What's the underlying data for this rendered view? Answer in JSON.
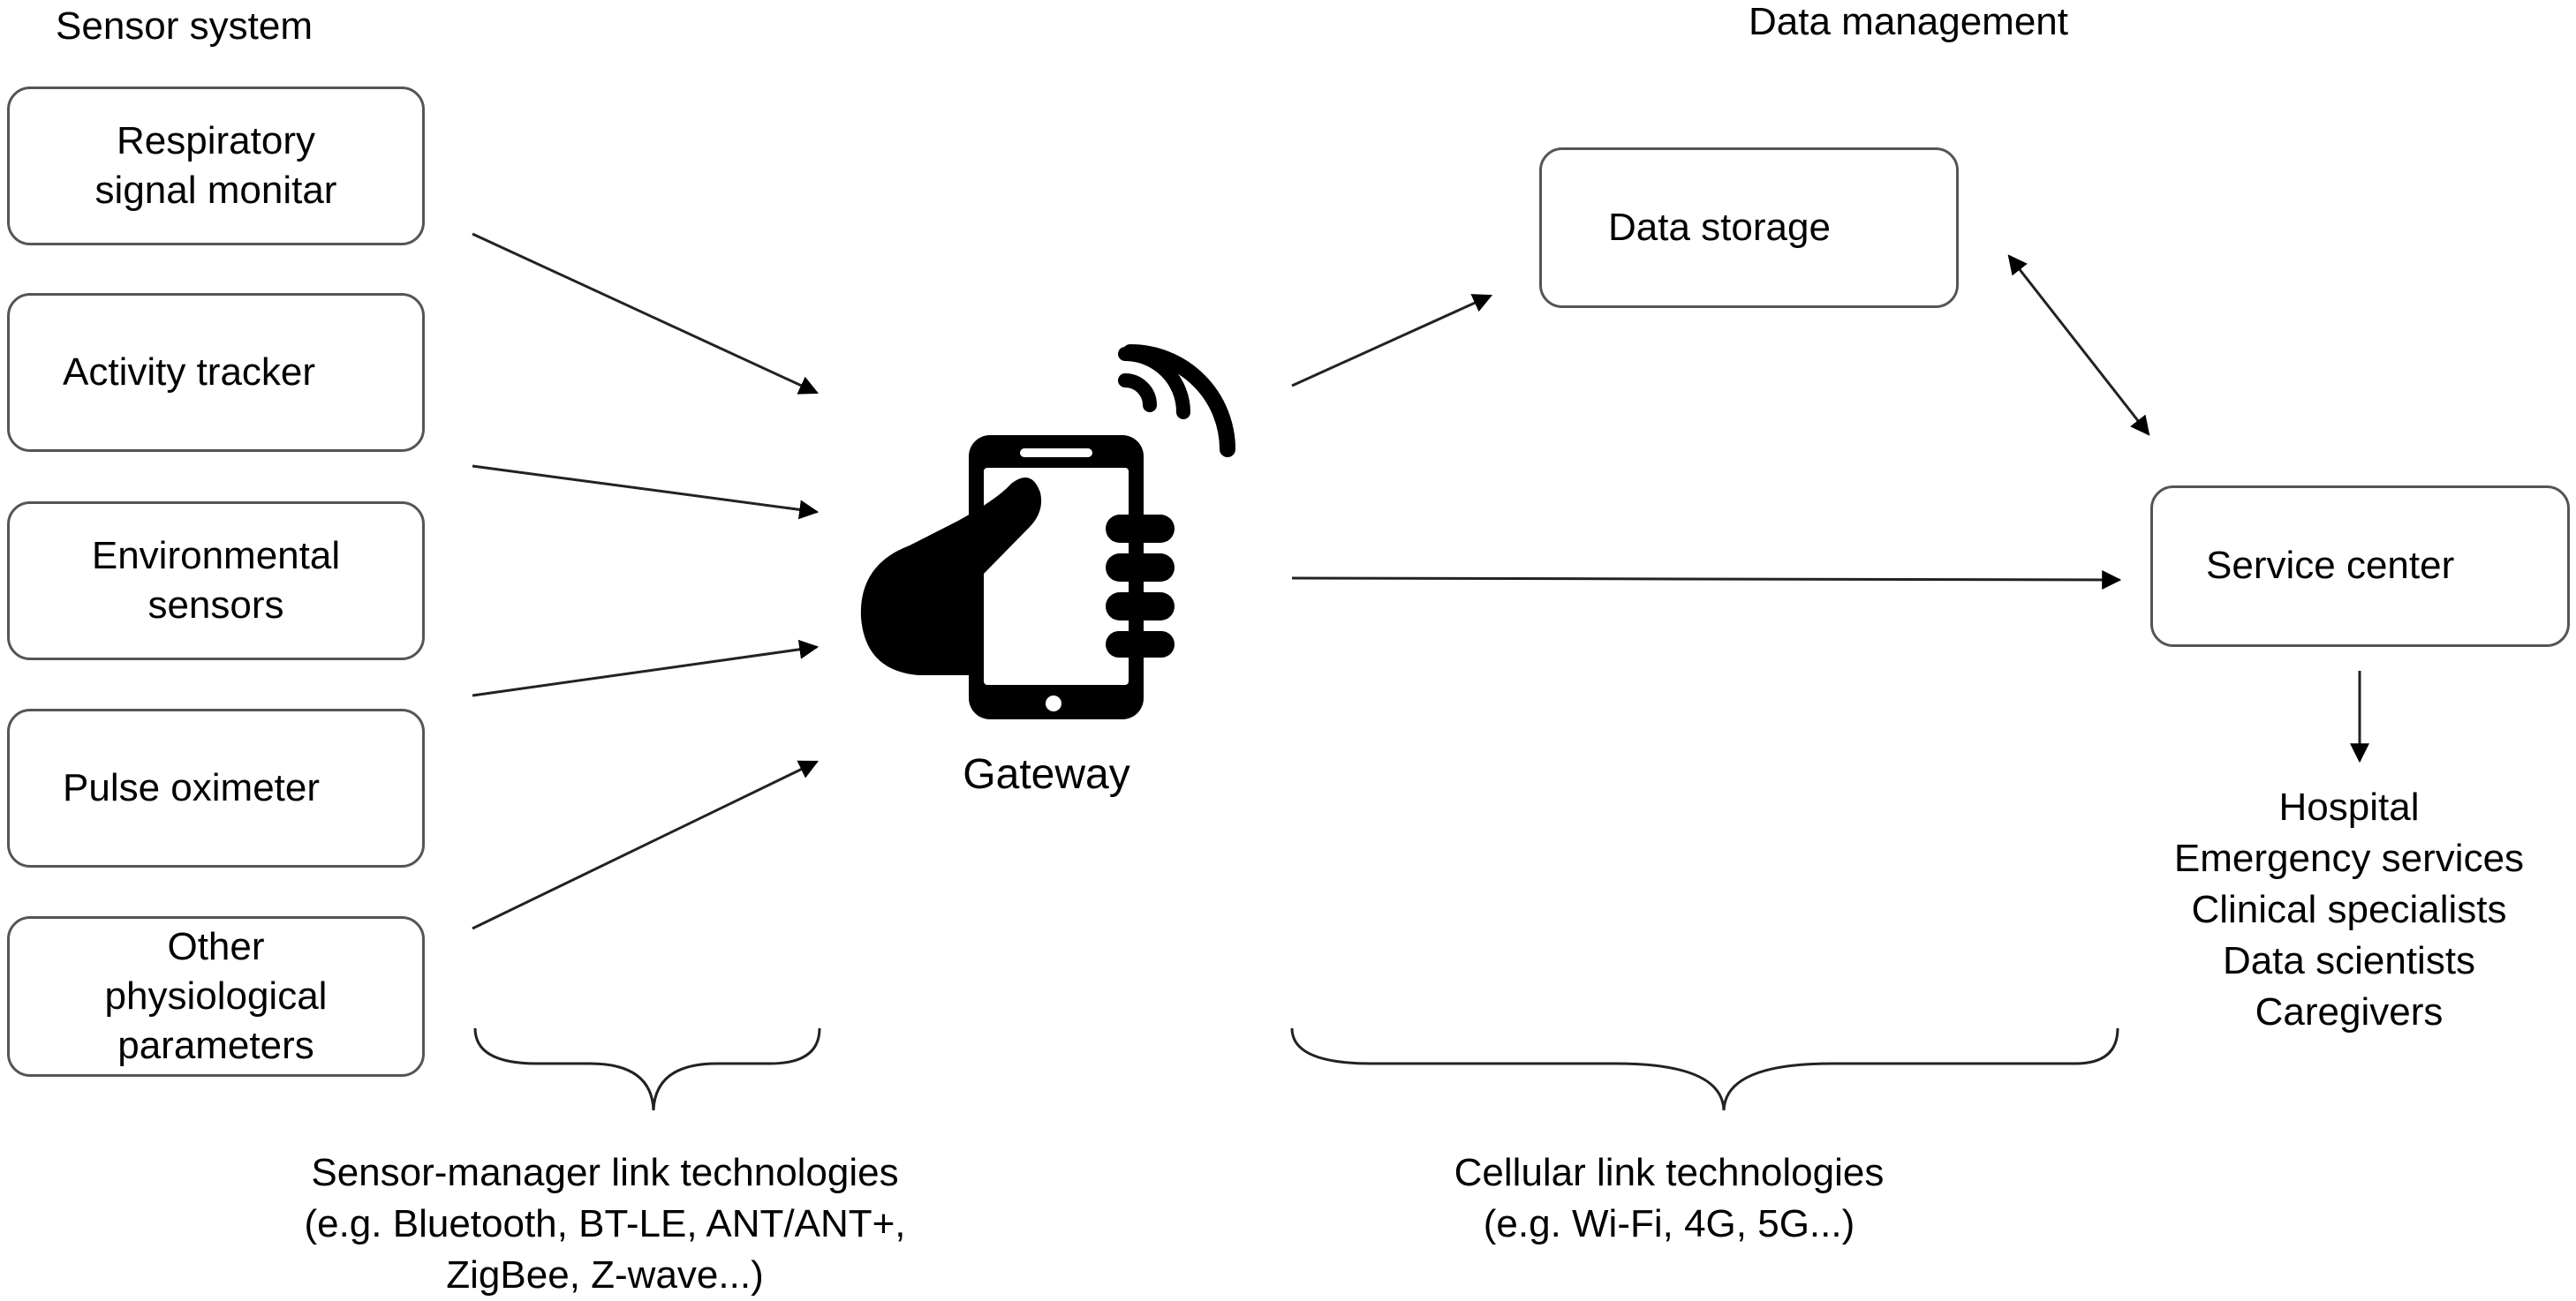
{
  "headings": {
    "sensor_system": "Sensor system",
    "data_management": "Data management"
  },
  "sensors": [
    "Respiratory\nsignal monitar",
    "Activity tracker",
    "Environmental\nsensors",
    "Pulse oximeter",
    "Other\nphysiological\nparameters"
  ],
  "gateway": {
    "label": "Gateway",
    "icon": "smartphone-in-hand-icon"
  },
  "data_storage": "Data storage",
  "service_center": "Service center",
  "recipients": [
    "Hospital",
    "Emergency services",
    "Clinical specialists",
    "Data scientists",
    "Caregivers"
  ],
  "link_technologies": {
    "sensor_manager": "Sensor-manager link technologies\n(e.g. Bluetooth, BT-LE, ANT/ANT+,\nZigBee, Z-wave...)",
    "cellular": "Cellular link technologies\n(e.g. Wi-Fi, 4G, 5G...)"
  },
  "colors": {
    "stroke": "#555555",
    "ink": "#000000",
    "background": "#ffffff"
  }
}
